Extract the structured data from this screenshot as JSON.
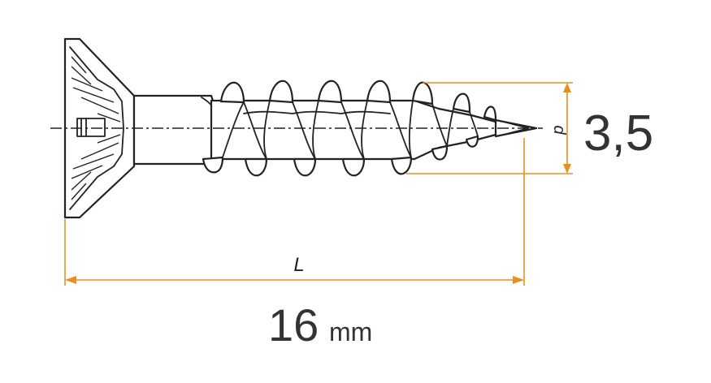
{
  "diagram": {
    "length_symbol": "L",
    "length_value": "16",
    "length_unit": "mm",
    "diameter_symbol": "d",
    "diameter_value": "3,5",
    "colors": {
      "dimension": "#E8901E",
      "outline": "#222222",
      "background": "#FFFFFF"
    }
  }
}
